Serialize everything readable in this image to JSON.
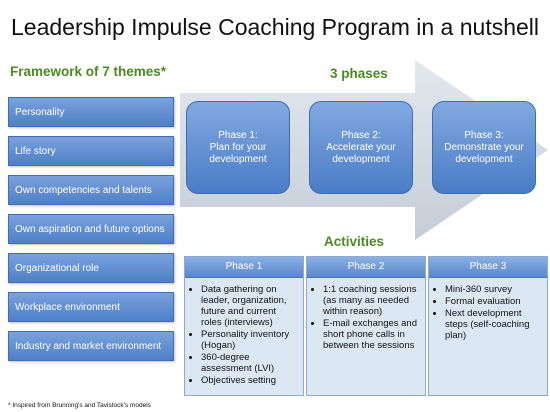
{
  "title": "Leadership Impulse Coaching Program in a nutshell",
  "framework_title": "Framework of 7 themes*",
  "phases_title": "3 phases",
  "activities_title": "Activities",
  "themes": [
    "Personality",
    "Life story",
    "Own competencies and talents",
    "Own aspiration and future options",
    "Organizational role",
    "Workplace environment",
    "Industry and market environment"
  ],
  "phases": [
    {
      "line1": "Phase 1:",
      "line2": "Plan for your",
      "line3": "development"
    },
    {
      "line1": "Phase 2:",
      "line2": "Accelerate your",
      "line3": "development"
    },
    {
      "line1": "Phase 3:",
      "line2": "Demonstrate your",
      "line3": "development"
    }
  ],
  "activities": [
    {
      "header": "Phase 1",
      "items": [
        "Data gathering on leader, organization, future and current roles (interviews)",
        "Personality inventory (Hogan)",
        "360-degree assessment (LVI)",
        "Objectives setting"
      ]
    },
    {
      "header": "Phase 2",
      "items": [
        "1:1 coaching sessions (as many as needed within reason)",
        "E-mail exchanges and short phone calls in between the sessions"
      ]
    },
    {
      "header": "Phase 3",
      "items": [
        "Mini-360 survey",
        "Formal evaluation",
        "Next development steps (self-coaching plan)"
      ]
    }
  ],
  "footnote": "* Inspired from Brunning's and Tavistock's models",
  "colors": {
    "accent_green": "#4b8a1e",
    "box_blue": "#5b89cc",
    "arrow_grey": "#cfd6df"
  }
}
